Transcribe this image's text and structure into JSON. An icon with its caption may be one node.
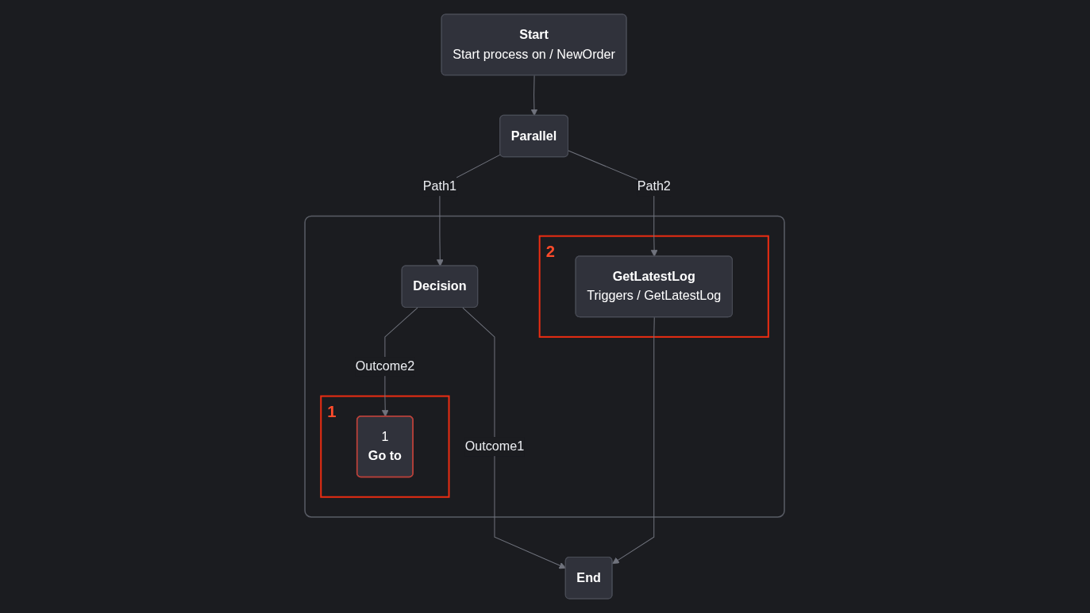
{
  "diagram": {
    "nodes": [
      {
        "text": [
          "Start",
          "Start process on / NewOrder"
        ]
      },
      {
        "text": [
          "Parallel"
        ]
      },
      {
        "text": [],
        "shape": "box"
      },
      {
        "text": [
          "Decision"
        ],
        "in": 2
      },
      {
        "text": [
          "2"
        ],
        "in": 2
      },
      {
        "text": [
          "GetLatestLog",
          "Triggers / GetLatestLog"
        ],
        "in": 4
      },
      {
        "text": [
          "1"
        ],
        "in": 2
      },
      {
        "text": [
          "1",
          "Go to"
        ],
        "in": 6
      },
      {
        "text": [
          "End"
        ]
      }
    ],
    "edges": [
      {
        "from": 0,
        "to": 1,
        "arrow": "to"
      },
      {
        "from": 1,
        "to": 3,
        "label": "Path1",
        "arrow": "to"
      },
      {
        "from": 1,
        "to": 5,
        "label": "Path2",
        "arrow": "to"
      },
      {
        "from": 3,
        "to": 8,
        "label": "Outcome1",
        "arrow": "to"
      },
      {
        "from": 3,
        "to": 7,
        "label": "Outcome2",
        "arrow": "to"
      },
      {
        "from": 5,
        "to": 8,
        "arrow": "to"
      }
    ]
  }
}
